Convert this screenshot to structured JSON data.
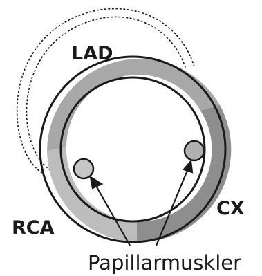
{
  "labels": {
    "lad": "LAD",
    "rca": "RCA",
    "cx": "CX",
    "papillary_muscles": "Papillarmuskler"
  },
  "colors": {
    "background": "#ffffff",
    "outline": "#1a1a1a",
    "lad_territory": "#a8a8a8",
    "rca_territory": "#bdbdbd",
    "cx_territory": "#8e8e8e"
  }
}
